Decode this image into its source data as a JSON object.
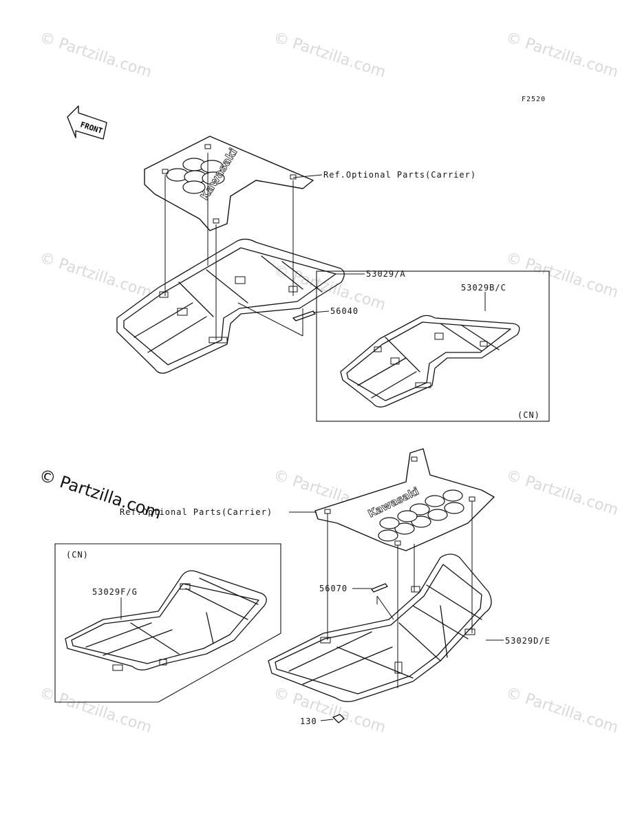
{
  "diagram_code": "F2520",
  "front_label": "FRONT",
  "brand_text": "Kawasaki",
  "watermark_text": "© Partzilla.com",
  "callouts": {
    "ref_optional_top": "Ref.Optional Parts(Carrier)",
    "ref_optional_bottom": "Ref.Optional Parts(Carrier)",
    "p53029a": "53029/A",
    "p56040": "56040",
    "p53029bc": "53029B/C",
    "cn_top": "(CN)",
    "cn_bottom": "(CN)",
    "p53029fg": "53029F/G",
    "p56070": "56070",
    "p53029de": "53029D/E",
    "p130": "130"
  }
}
